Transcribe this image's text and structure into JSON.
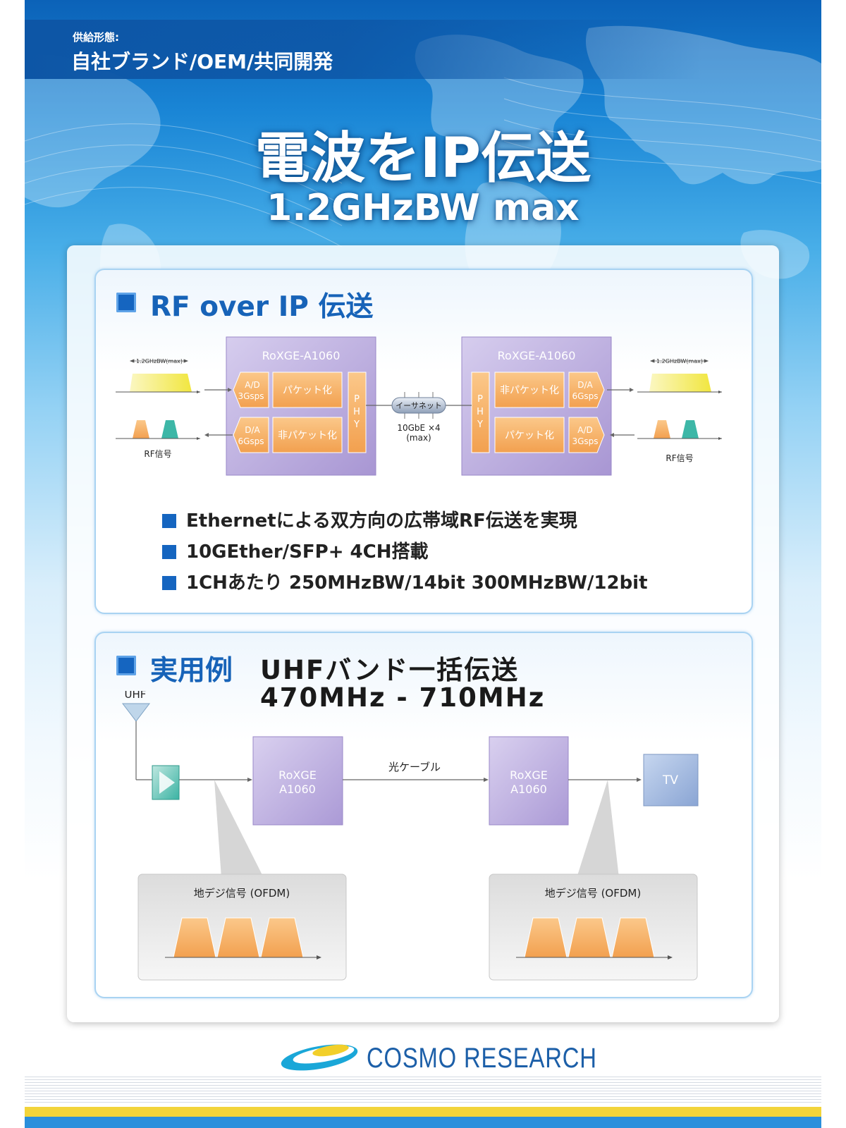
{
  "header": {
    "supply_label": "供給形態:",
    "supply_value": "自社ブランド/OEM/共同開発"
  },
  "hero": {
    "title": "電波をIP伝送",
    "subtitle": "1.2GHzBW max"
  },
  "section_rf": {
    "heading": "RF over IP 伝送",
    "device_left": {
      "name": "RoXGE-A1060",
      "ad_line1": "A/D",
      "ad_line2": "3Gsps",
      "packetize": "パケット化",
      "da_line1": "D/A",
      "da_line2": "6Gsps",
      "depacketize": "非パケット化",
      "phy": [
        "P",
        "H",
        "Y"
      ]
    },
    "device_right": {
      "name": "RoXGE-A1060",
      "depacketize": "非パケット化",
      "da_line1": "D/A",
      "da_line2": "6Gsps",
      "packetize": "パケット化",
      "ad_line1": "A/D",
      "ad_line2": "3Gsps",
      "phy": [
        "P",
        "H",
        "Y"
      ]
    },
    "link_label": "イーサネット",
    "link_spec1": "10GbE ×4",
    "link_spec2": "(max)",
    "bw_label": "1.2GHzBW(max)",
    "rf_label": "RF信号",
    "bullets": [
      "Ethernetによる双方向の広帯域RF伝送を実現",
      "10GEther/SFP+ 4CH搭載",
      "1CHあたり 250MHzBW/14bit 300MHzBW/12bit"
    ]
  },
  "section_example": {
    "heading": "実用例",
    "title_line1": "UHFバンド一括伝送",
    "title_line2": "470MHz - 710MHz",
    "antenna_label": "UHF",
    "device_line1": "RoXGE",
    "device_line2": "A1060",
    "cable_label": "光ケーブル",
    "tv_label": "TV",
    "signal_label": "地デジ信号 (OFDM)"
  },
  "footer": {
    "company": "COSMO RESEARCH"
  },
  "colors": {
    "accent_blue": "#1565c0",
    "device_purple": "#b8a8dc",
    "block_orange": "#f5a85a",
    "signal_yellow": "#f3ea5a",
    "signal_teal": "#3db7a7"
  }
}
